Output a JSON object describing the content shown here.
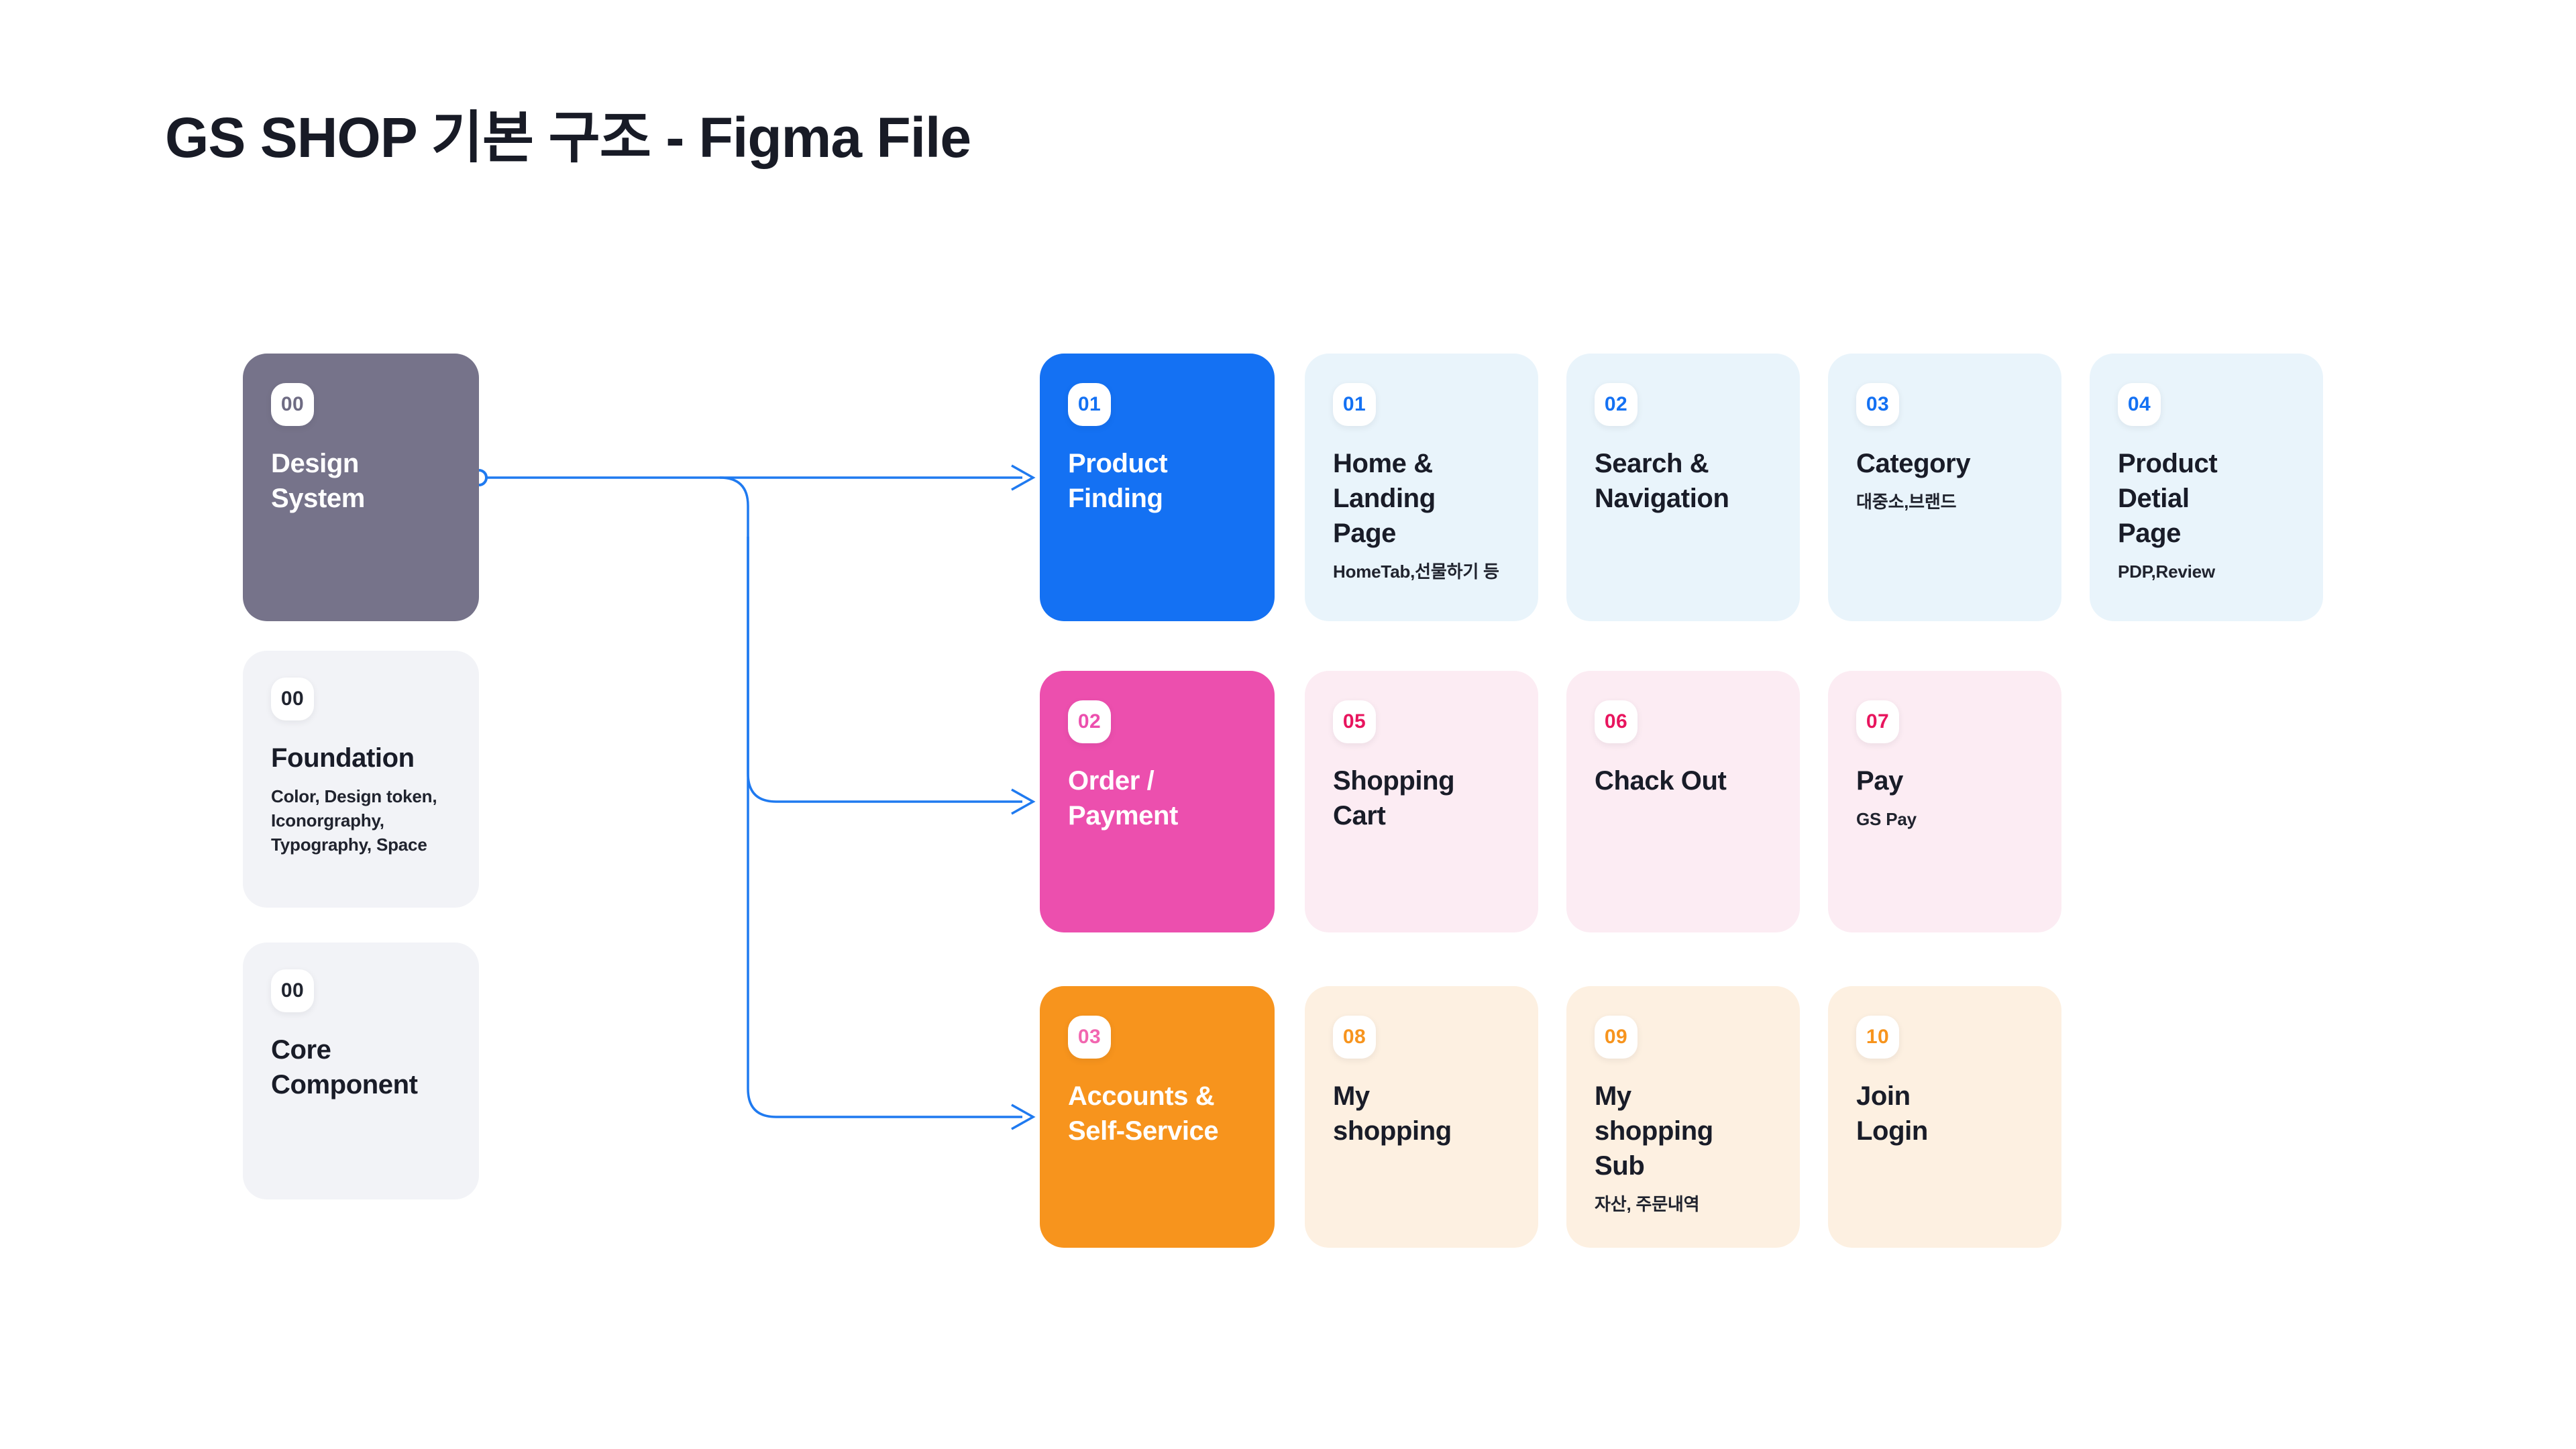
{
  "page": {
    "title": "GS SHOP 기본 구조 - Figma File"
  },
  "colors": {
    "page_bg": "#ffffff",
    "title_text": "#181b26",
    "connector_blue": "#1f7af0",
    "solid_gray": "#76738a",
    "solid_blue": "#1471f3",
    "solid_pink": "#ec4fae",
    "solid_orange": "#f7941d",
    "light_gray": "#f2f3f7",
    "light_blue": "#e9f4fb",
    "light_pink": "#fcecf3",
    "light_cream": "#fdf0e1",
    "badge_bg": "#ffffff",
    "badge_text_gray": "#6e6b83",
    "badge_text_dark": "#20242f",
    "badge_text_blue": "#1471f3",
    "badge_text_pink": "#ec4fae",
    "badge_text_deep_pink": "#e8155e",
    "badge_text_light_pink": "#f266b0",
    "badge_text_orange": "#f7941d",
    "card_text_dark": "#191c28"
  },
  "left_column": {
    "design_system": {
      "badge": "00",
      "title": "Design\nSystem"
    },
    "foundation": {
      "badge": "00",
      "title": "Foundation",
      "subtitle": "Color,  Design token,\nIconorgraphy,\nTypography, Space"
    },
    "core_component": {
      "badge": "00",
      "title": "Core\nComponent"
    }
  },
  "rows": [
    {
      "feature": {
        "badge": "01",
        "title": "Product\nFinding"
      },
      "cards": [
        {
          "badge": "01",
          "title": "Home &\nLanding\nPage",
          "subtitle": "HomeTab,선물하기 등"
        },
        {
          "badge": "02",
          "title": "Search &\nNavigation"
        },
        {
          "badge": "03",
          "title": "Category",
          "subtitle": "대중소,브랜드"
        },
        {
          "badge": "04",
          "title": "Product\nDetial\nPage",
          "subtitle": "PDP,Review"
        }
      ]
    },
    {
      "feature": {
        "badge": "02",
        "title": "Order /\nPayment"
      },
      "cards": [
        {
          "badge": "05",
          "title": "Shopping\nCart"
        },
        {
          "badge": "06",
          "title": "Chack Out"
        },
        {
          "badge": "07",
          "title": "Pay",
          "subtitle": "GS Pay"
        }
      ]
    },
    {
      "feature": {
        "badge": "03",
        "title": "Accounts &\nSelf-Service"
      },
      "cards": [
        {
          "badge": "08",
          "title": "My\nshopping"
        },
        {
          "badge": "09",
          "title": "My\nshopping\nSub",
          "subtitle": "자산, 주문내역"
        },
        {
          "badge": "10",
          "title": "Join\nLogin"
        }
      ]
    }
  ]
}
